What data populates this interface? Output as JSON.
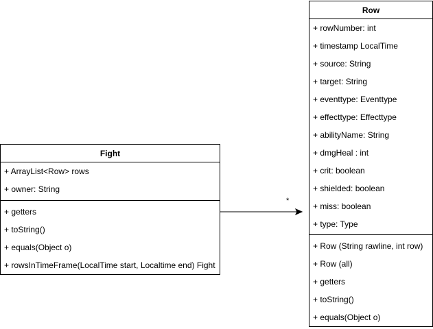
{
  "fight": {
    "name": "Fight",
    "fields": [
      "+ ArrayList<Row> rows",
      "+ owner: String"
    ],
    "methods": [
      "+ getters",
      "+ toString()",
      "+ equals(Object o)",
      "+ rowsInTimeFrame(LocalTime start, Localtime end) Fight"
    ]
  },
  "row": {
    "name": "Row",
    "fields": [
      "+ rowNumber: int",
      "+ timestamp LocalTime",
      "+ source: String",
      "+ target: String",
      "+ eventtype: Eventtype",
      "+ effecttype: Effecttype",
      "+ abilityName: String",
      "+ dmgHeal : int",
      "+ crit: boolean",
      "+ shielded: boolean",
      "+ miss: boolean",
      "+ type: Type"
    ],
    "methods": [
      "+ Row (String rawline, int row)",
      "+ Row (all)",
      "+ getters",
      "+ toString()",
      "+ equals(Object o)"
    ]
  },
  "association": {
    "multiplicity": "*"
  }
}
